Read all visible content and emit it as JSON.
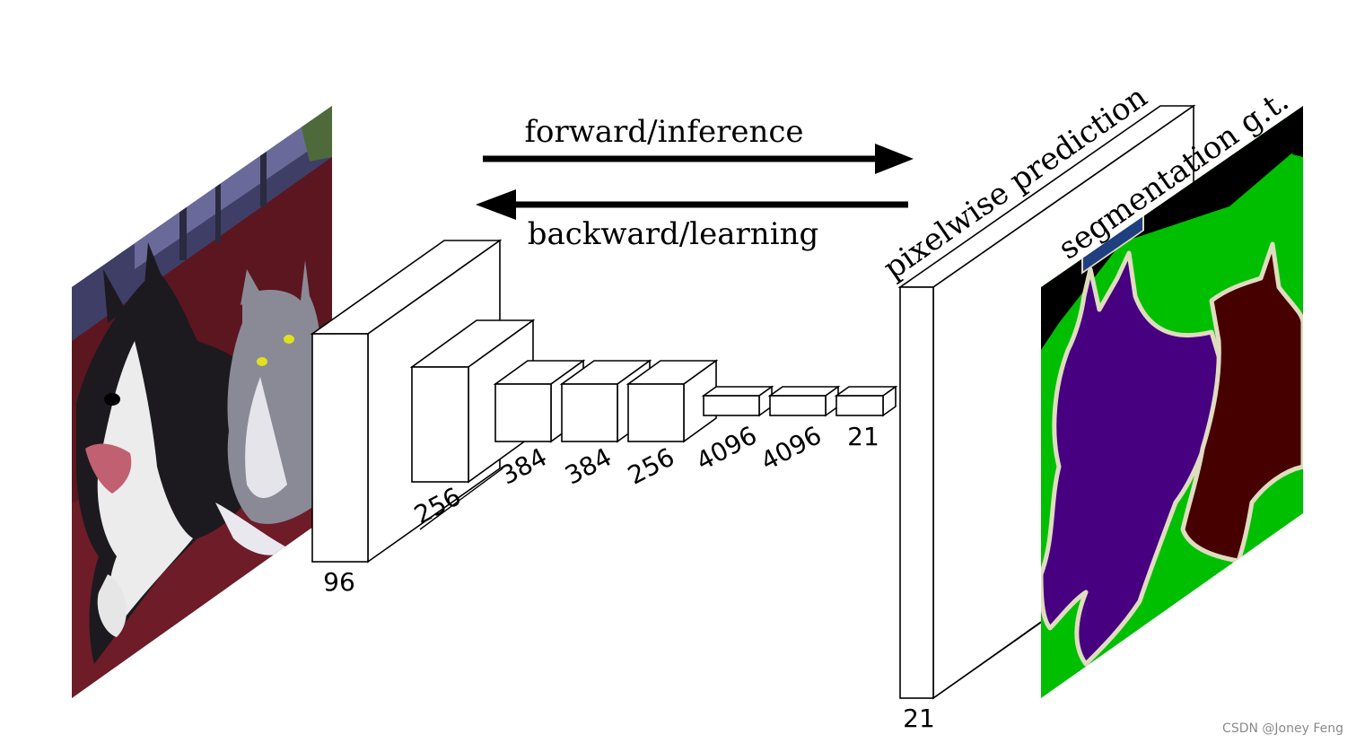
{
  "arrows": {
    "forward": "forward/inference",
    "backward": "backward/learning"
  },
  "layers": {
    "conv1": "96",
    "conv2": "256",
    "conv3": "384",
    "conv4": "384",
    "conv5": "256",
    "fc6": "4096",
    "fc7": "4096",
    "score": "21"
  },
  "outputs": {
    "prediction_title": "pixelwise prediction",
    "prediction_channels": "21",
    "groundtruth_title": "segmentation g.t."
  },
  "watermark": "CSDN @Joney Feng",
  "colors": {
    "seg_background": "#00bf00",
    "seg_void": "#000000",
    "seg_dog": "#470080",
    "seg_cat": "#470000",
    "seg_boundary": "#e0dcc0",
    "seg_label_box": "#1f3f80",
    "photo_sofa": "#5c1620",
    "photo_wall": "#4a4a78"
  }
}
